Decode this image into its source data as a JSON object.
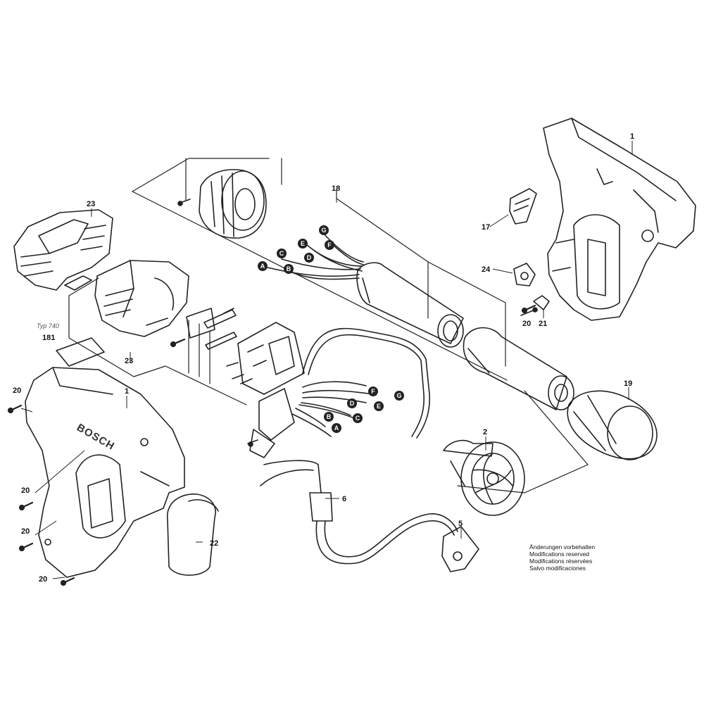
{
  "labels": {
    "p1_top": "1",
    "p1_bottom": "1",
    "p2": "2",
    "p5": "5",
    "p6": "6",
    "p17": "17",
    "p18": "18",
    "p19": "19",
    "p20_a": "20",
    "p20_b": "20",
    "p20_c": "20",
    "p20_d": "20",
    "p20_e": "20",
    "p21": "21",
    "p22": "22",
    "p23_top": "23",
    "p23_bottom": "23",
    "p24": "24",
    "p181": "181",
    "typ": "Typ 740"
  },
  "wire_letters_top": [
    "A",
    "B",
    "C",
    "D",
    "E",
    "F",
    "G"
  ],
  "wire_letters_bottom": [
    "A",
    "B",
    "C",
    "D",
    "E",
    "F",
    "G"
  ],
  "logo": "BOSCH",
  "modifications_notice": [
    "Änderungen vorbehalten",
    "Modifications reserved",
    "Modifications réservées",
    "Salvo modificaciones"
  ]
}
